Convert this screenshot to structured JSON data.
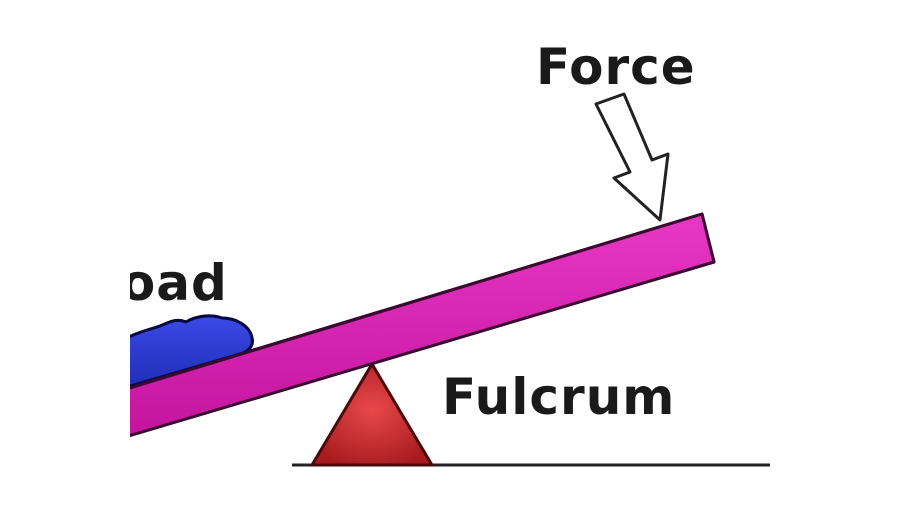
{
  "diagram": {
    "labels": {
      "force": "Force",
      "fulcrum": "Fulcrum",
      "load": "Load"
    },
    "colors": {
      "lever": "#d21fb0",
      "lever_stroke": "#3a0a30",
      "fulcrum": "#c0282c",
      "fulcrum_stroke": "#4a0a0a",
      "load": "#2a3ad0",
      "load_stroke": "#0a0a40",
      "arrow_fill": "#ffffff",
      "arrow_stroke": "#222222",
      "ground": "#222222"
    },
    "icons": {
      "force_arrow": "down-arrow-icon",
      "fulcrum": "triangle-icon",
      "load": "rock-icon"
    }
  }
}
